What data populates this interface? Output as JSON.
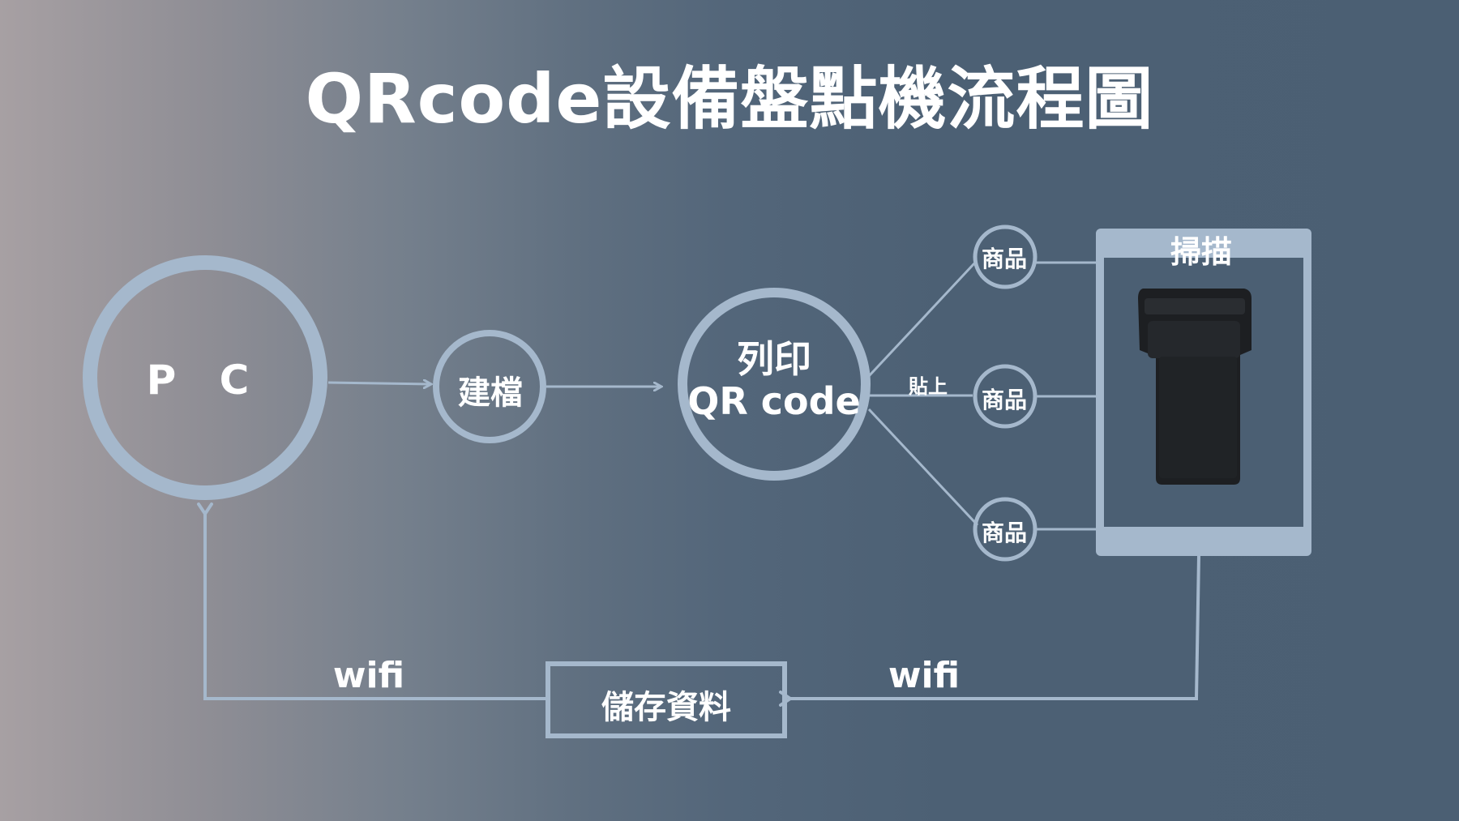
{
  "title": "QRcode設備盤點機流程圖",
  "nodes": {
    "pc": "P C",
    "build": "建檔",
    "print_line1": "列印",
    "print_line2": "QR code",
    "paste": "貼上",
    "goods": [
      "商品",
      "商品",
      "商品"
    ],
    "scan": "掃描",
    "store": "儲存資料"
  },
  "edges": {
    "wifi_left": "wifi",
    "wifi_right": "wifi"
  },
  "colors": {
    "stroke": "#a5b8cc",
    "device_dark": "#1d1f22"
  }
}
